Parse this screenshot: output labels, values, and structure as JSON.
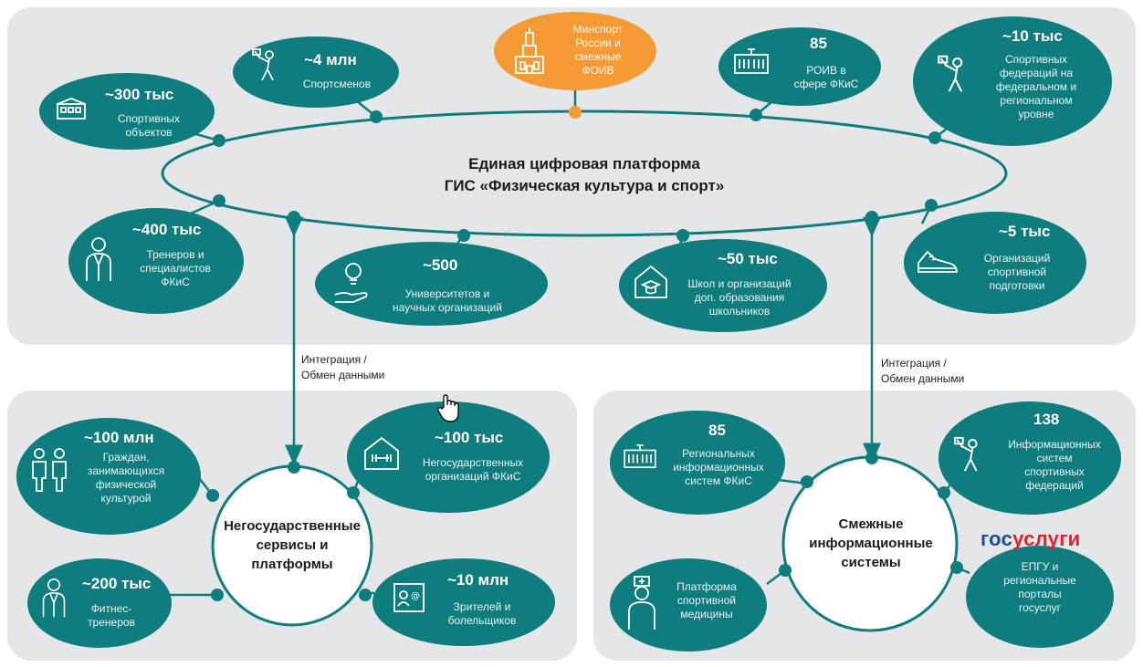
{
  "central_platform": {
    "line1": "Единая цифровая платформа",
    "line2": "ГИС «Физическая культура и спорт»"
  },
  "top_nodes": {
    "sport_objects": {
      "number": "~300 тыс",
      "text": [
        "Спортивных",
        "объектов"
      ],
      "icon": "stadium-icon"
    },
    "athletes": {
      "number": "~4 млн",
      "text": [
        "Спортсменов"
      ],
      "icon": "athlete-icon"
    },
    "minsport": {
      "number": "",
      "text": [
        "Минспорт",
        "России и",
        "смежные",
        "ФОИВ"
      ],
      "icon": "kremlin-icon"
    },
    "roiv": {
      "number": "85",
      "text": [
        "РОИВ в",
        "сфере ФКиС"
      ],
      "icon": "government-building-icon"
    },
    "federations": {
      "number": "~10 тыс",
      "text": [
        "Спортивных",
        "федераций на",
        "федеральном и",
        "региональном",
        "уровне"
      ],
      "icon": "athlete-icon"
    },
    "coaches": {
      "number": "~400 тыс",
      "text": [
        "Тренеров и",
        "специалистов",
        "ФКиС"
      ],
      "icon": "coach-icon"
    },
    "universities": {
      "number": "~500",
      "text": [
        "Университетов и",
        "научных организаций"
      ],
      "icon": "idea-hand-icon"
    },
    "schools": {
      "number": "~50 тыс",
      "text": [
        "Школ и организаций",
        "доп. образования",
        "школьников"
      ],
      "icon": "school-icon"
    },
    "sport_training": {
      "number": "~5 тыс",
      "text": [
        "Организаций",
        "спортивной",
        "подготовки"
      ],
      "icon": "sneaker-icon"
    }
  },
  "edge_labels": {
    "left": [
      "Интеграция /",
      "Обмен данными"
    ],
    "right": [
      "Интеграция /",
      "Обмен данными"
    ]
  },
  "left_group": {
    "hub": [
      "Негосударственные",
      "сервисы и",
      "платформы"
    ],
    "citizens": {
      "number": "~100 млн",
      "text": [
        "Граждан,",
        "занимающихся",
        "физической",
        "культурой"
      ],
      "icon": "people-icon"
    },
    "nongov_orgs": {
      "number": "~100 тыс",
      "text": [
        "Негосударственных",
        "организаций ФКиС"
      ],
      "icon": "gym-house-icon"
    },
    "fitness": {
      "number": "~200 тыс",
      "text": [
        "Фитнес-",
        "тренеров"
      ],
      "icon": "coach-icon"
    },
    "viewers": {
      "number": "~10 млн",
      "text": [
        "Зрителей и",
        "болельщиков"
      ],
      "icon": "contact-card-icon"
    }
  },
  "right_group": {
    "hub": [
      "Смежные",
      "информационные",
      "системы"
    ],
    "regional_is": {
      "number": "85",
      "text": [
        "Региональных",
        "информационных",
        "систем ФКиС"
      ],
      "icon": "government-building-icon"
    },
    "federation_is": {
      "number": "138",
      "text": [
        "Информационных",
        "систем",
        "спортивных",
        "федераций"
      ],
      "icon": "athlete-icon"
    },
    "sport_medicine": {
      "number": "",
      "text": [
        "Платформа",
        "спортивной",
        "медицины"
      ],
      "icon": "doctor-icon"
    },
    "epgu": {
      "number": "",
      "text": [
        "ЕПГУ и",
        "региональные",
        "порталы",
        "госуслуг"
      ],
      "logo_a": "гос",
      "logo_b": "услуги"
    }
  },
  "colors": {
    "teal": "#0f7c7d",
    "orange": "#f59a34",
    "panel": "#e4e6e8"
  }
}
